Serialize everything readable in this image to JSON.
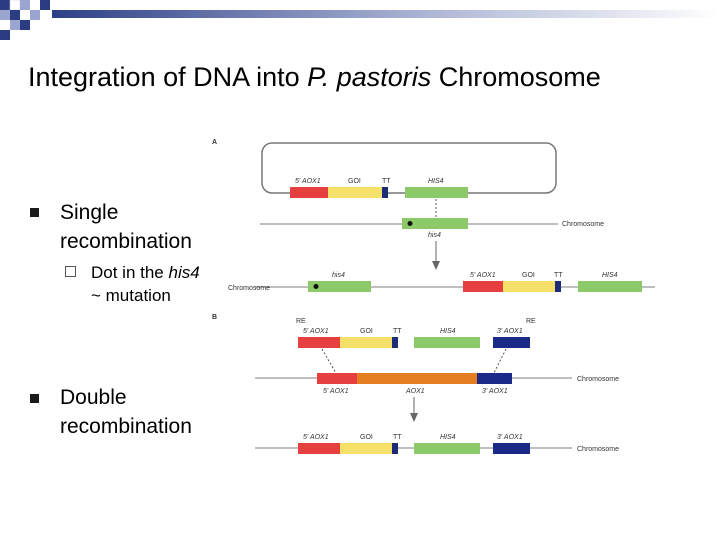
{
  "slide": {
    "title_part1": "Integration of DNA into ",
    "title_italic": "P. pastoris",
    "title_part2": " Chromosome"
  },
  "bullets": [
    {
      "line1": "Single",
      "line2": "recombination"
    },
    {
      "line1": "Double",
      "line2": "recombination"
    }
  ],
  "sub_bullet": {
    "prefix": "Dot in the ",
    "italic": "his4",
    "line2": "~ mutation"
  },
  "figure": {
    "panel_a": "A",
    "panel_b": "B",
    "aox1_5": "5' AOX1",
    "goi": "GOI",
    "tt": "TT",
    "his4_gene": "HIS4",
    "his4_mut": "his4",
    "chromosome": "Chromosome",
    "re": "RE",
    "aox1_3": "3' AOX1",
    "aox1": "AOX1",
    "colors": {
      "aox1_5": "#e5403f",
      "goi": "#f5e16a",
      "tt": "#1d2c78",
      "his4": "#8cc968",
      "aox1_3": "#1a2a86",
      "aox1": "#e57d22"
    }
  }
}
